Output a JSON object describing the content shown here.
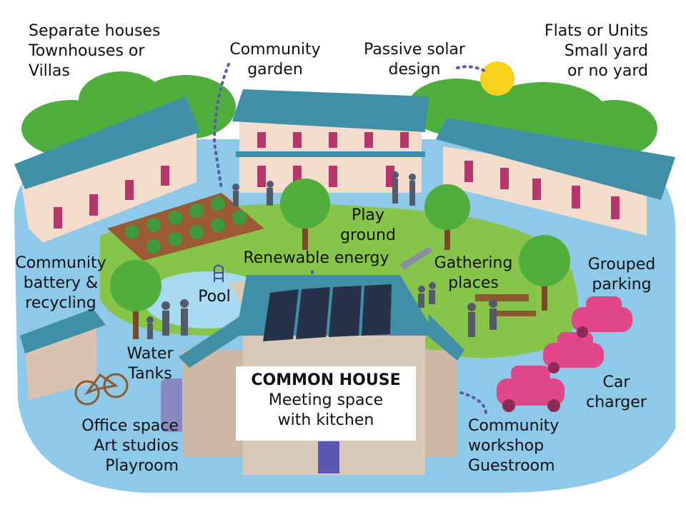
{
  "labels": {
    "houses": [
      "Separate houses",
      "Townhouses or",
      "Villas"
    ],
    "community_garden": [
      "Community",
      "garden"
    ],
    "passive_solar": [
      "Passive solar",
      "design"
    ],
    "flats": [
      "Flats or Units",
      "Small yard",
      "or no yard"
    ],
    "playground": [
      "Play",
      "ground"
    ],
    "renewable": [
      "Renewable energy"
    ],
    "battery": [
      "Community",
      "battery &",
      "recycling"
    ],
    "pool": [
      "Pool"
    ],
    "gathering": [
      "Gathering",
      "places"
    ],
    "parking": [
      "Grouped",
      "parking"
    ],
    "water_tanks": [
      "Water",
      "Tanks"
    ],
    "car_charger": [
      "Car",
      "charger"
    ],
    "office": [
      "Office space",
      "Art studios",
      "Playroom"
    ],
    "workshop": [
      "Community",
      "workshop",
      "Guestroom"
    ]
  },
  "common_house": {
    "title": "COMMON HOUSE",
    "line1": "Meeting space",
    "line2": "with kitchen"
  },
  "colors": {
    "ground": "#8ec9ea",
    "grass": "#86c44a",
    "tree": "#4fae3c",
    "roof": "#3f8fa6",
    "wall": "#f3dccb",
    "door": "#b5376b",
    "sun": "#f6d21c",
    "car": "#e2468a",
    "panel": "#26324a",
    "dots": "#5a5aa8"
  }
}
